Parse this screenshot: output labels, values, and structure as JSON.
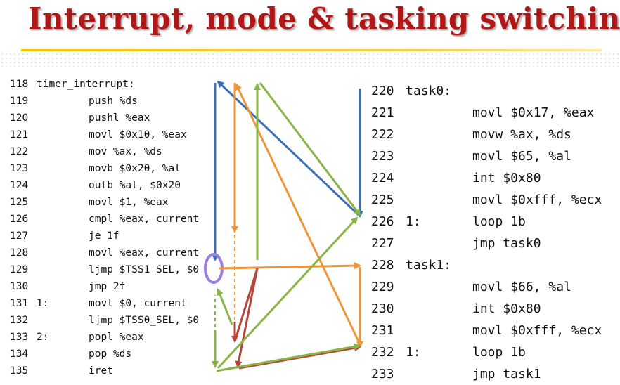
{
  "title": "Interrupt, mode & tasking switching",
  "left_code": [
    {
      "num": "118",
      "label": "timer_interrupt:",
      "instr": ""
    },
    {
      "num": "119",
      "label": "",
      "instr": "push %ds"
    },
    {
      "num": "120",
      "label": "",
      "instr": "pushl %eax"
    },
    {
      "num": "121",
      "label": "",
      "instr": "movl $0x10, %eax"
    },
    {
      "num": "122",
      "label": "",
      "instr": "mov %ax, %ds"
    },
    {
      "num": "123",
      "label": "",
      "instr": "movb $0x20, %al"
    },
    {
      "num": "124",
      "label": "",
      "instr": "outb %al, $0x20"
    },
    {
      "num": "125",
      "label": "",
      "instr": "movl $1, %eax"
    },
    {
      "num": "126",
      "label": "",
      "instr": "cmpl %eax, current"
    },
    {
      "num": "127",
      "label": "",
      "instr": "je 1f"
    },
    {
      "num": "128",
      "label": "",
      "instr": "movl %eax, current"
    },
    {
      "num": "129",
      "label": "",
      "instr": "ljmp $TSS1_SEL, $0"
    },
    {
      "num": "130",
      "label": "",
      "instr": "jmp 2f"
    },
    {
      "num": "131",
      "label": "1:",
      "instr": "movl $0, current"
    },
    {
      "num": "132",
      "label": "",
      "instr": "ljmp $TSS0_SEL, $0"
    },
    {
      "num": "133",
      "label": "2:",
      "instr": "popl %eax"
    },
    {
      "num": "134",
      "label": "",
      "instr": "pop %ds"
    },
    {
      "num": "135",
      "label": "",
      "instr": "iret"
    }
  ],
  "right_code": [
    {
      "num": "220",
      "label": "task0:",
      "instr": ""
    },
    {
      "num": "221",
      "label": "",
      "instr": "movl $0x17, %eax"
    },
    {
      "num": "222",
      "label": "",
      "instr": "movw %ax, %ds"
    },
    {
      "num": "223",
      "label": "",
      "instr": "movl $65, %al"
    },
    {
      "num": "224",
      "label": "",
      "instr": "int $0x80"
    },
    {
      "num": "225",
      "label": "",
      "instr": "movl $0xfff, %ecx"
    },
    {
      "num": "226",
      "label": "1:",
      "instr": "loop 1b"
    },
    {
      "num": "227",
      "label": "",
      "instr": "jmp task0"
    },
    {
      "num": "228",
      "label": "task1:",
      "instr": ""
    },
    {
      "num": "229",
      "label": "",
      "instr": "movl $66, %al"
    },
    {
      "num": "230",
      "label": "",
      "instr": "int $0x80"
    },
    {
      "num": "231",
      "label": "",
      "instr": "movl $0xfff, %ecx"
    },
    {
      "num": "232",
      "label": "1:",
      "instr": "loop 1b"
    },
    {
      "num": "233",
      "label": "",
      "instr": "jmp task1"
    }
  ],
  "colors": {
    "title": "#b01818",
    "rule": "#f5c400",
    "blue": "#3a6fba",
    "orange": "#f0963a",
    "green": "#8ab545",
    "red": "#b8453c",
    "highlight": "#9e7ee0"
  }
}
